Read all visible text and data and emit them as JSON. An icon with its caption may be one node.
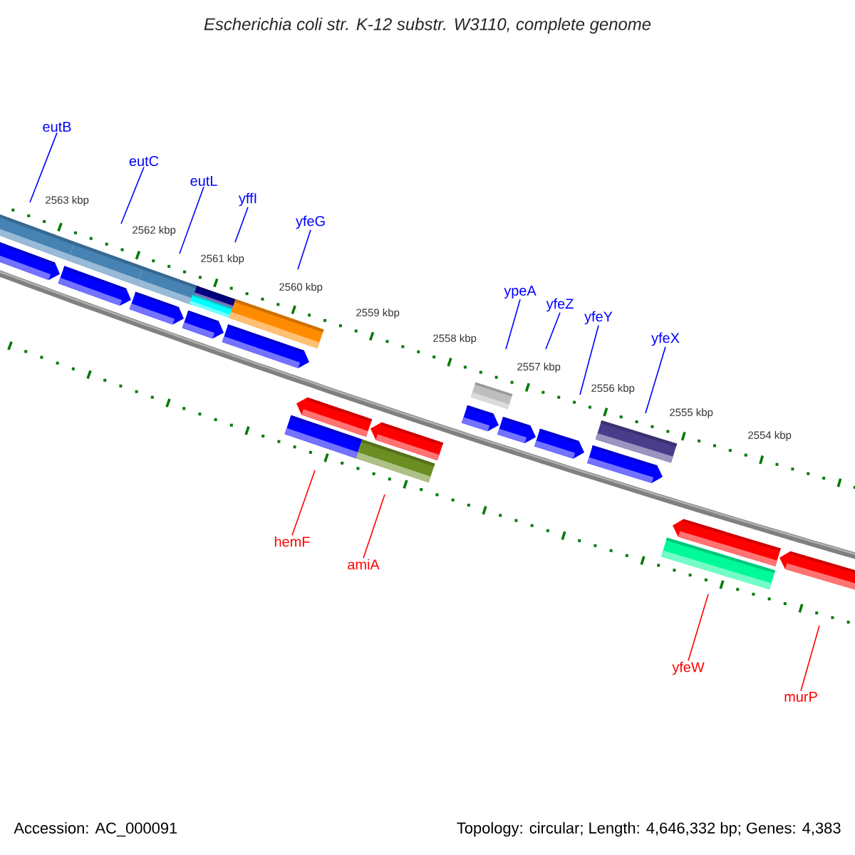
{
  "diagram": {
    "title": "Escherichia coli str. K-12 substr. W3110, complete genome",
    "nodes": [
      {
        "text": [
          "eutB"
        ]
      },
      {
        "text": [
          "eutC"
        ]
      },
      {
        "text": [
          "eutL"
        ]
      },
      {
        "text": [
          "yffI"
        ]
      },
      {
        "text": [
          "yfeG"
        ]
      },
      {
        "text": [
          "ypeA"
        ]
      },
      {
        "text": [
          "yfeZ"
        ]
      },
      {
        "text": [
          "yfeY"
        ]
      },
      {
        "text": [
          "yfeX"
        ]
      },
      {
        "text": [
          "hemF"
        ]
      },
      {
        "text": [
          "amiA"
        ]
      },
      {
        "text": [
          "yfeW"
        ]
      },
      {
        "text": [
          "murP"
        ]
      }
    ],
    "edges": [
      {
        "from": 0,
        "to": null,
        "arrow": "none"
      },
      {
        "from": 1,
        "to": null,
        "arrow": "none"
      },
      {
        "from": 2,
        "to": null,
        "arrow": "none"
      },
      {
        "from": 3,
        "to": null,
        "arrow": "none"
      },
      {
        "from": 4,
        "to": null,
        "arrow": "none"
      },
      {
        "from": 5,
        "to": null,
        "arrow": "none"
      },
      {
        "from": 6,
        "to": null,
        "arrow": "none"
      },
      {
        "from": 7,
        "to": null,
        "arrow": "none"
      },
      {
        "from": 8,
        "to": null,
        "arrow": "none"
      },
      {
        "from": 9,
        "to": null,
        "arrow": "none",
        "color": "#ff0000"
      },
      {
        "from": 10,
        "to": null,
        "arrow": "none",
        "color": "#ff0000"
      },
      {
        "from": 11,
        "to": null,
        "arrow": "none",
        "color": "#ff0000"
      },
      {
        "from": 12,
        "to": null,
        "arrow": "none",
        "color": "#ff0000"
      }
    ],
    "labels": [
      "2563 kbp",
      "2562 kbp",
      "2561 kbp",
      "2560 kbp",
      "2559 kbp",
      "2558 kbp",
      "2557 kbp",
      "2556 kbp",
      "2555 kbp",
      "2554 kbp",
      "Accession: AC_000091",
      "Topology: circular; Length: 4,646,332 bp; Genes: 4,383"
    ]
  }
}
